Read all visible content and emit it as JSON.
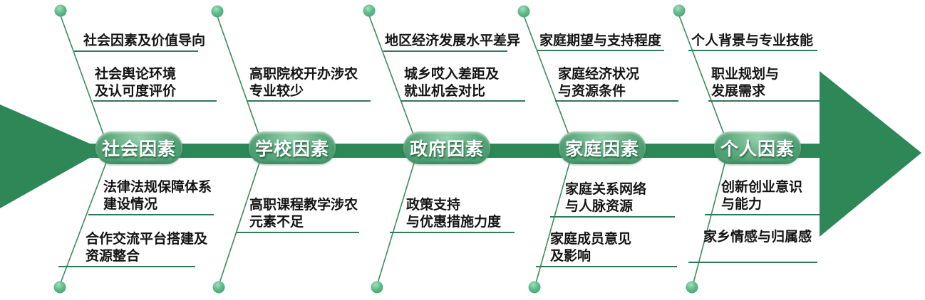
{
  "diagram": {
    "type": "fishbone",
    "direction": "left-to-right",
    "colors": {
      "spine": "#2E8757",
      "branch_line": "#3B8C61",
      "underline": "#2B7B57",
      "dot": "#5EBB89",
      "pill_gradient_light": "#96D1AB",
      "pill_gradient_dark": "#4D9E71",
      "label_text": "#141414",
      "pill_text": "#FFFFFF"
    },
    "categories": [
      {
        "label": "社会因素",
        "top_items": [
          "社会因素及价值导向",
          "社会舆论环境\n及认可度评价"
        ],
        "bottom_items": [
          "法律法规保障体系\n建设情况",
          "合作交流平台搭建及\n资源整合"
        ]
      },
      {
        "label": "学校因素",
        "top_items": [
          "高职院校开办涉农\n专业较少"
        ],
        "bottom_items": [
          "高职课程教学涉农\n元素不足"
        ]
      },
      {
        "label": "政府因素",
        "top_items": [
          "地区经济发展水平差异",
          "城乡哎入差距及\n就业机会对比"
        ],
        "bottom_items": [
          "政策支持\n与优惠措施力度"
        ]
      },
      {
        "label": "家庭因素",
        "top_items": [
          "家庭期望与支持程度",
          "家庭经济状况\n与资源条件"
        ],
        "bottom_items": [
          "家庭关系网络\n与人脉资源",
          "家庭成员意见\n及影响"
        ]
      },
      {
        "label": "个人因素",
        "top_items": [
          "个人背景与专业技能",
          "职业规划与\n发展需求"
        ],
        "bottom_items": [
          "创新创业意识\n与能力",
          "家乡情感与归属感"
        ]
      }
    ]
  }
}
